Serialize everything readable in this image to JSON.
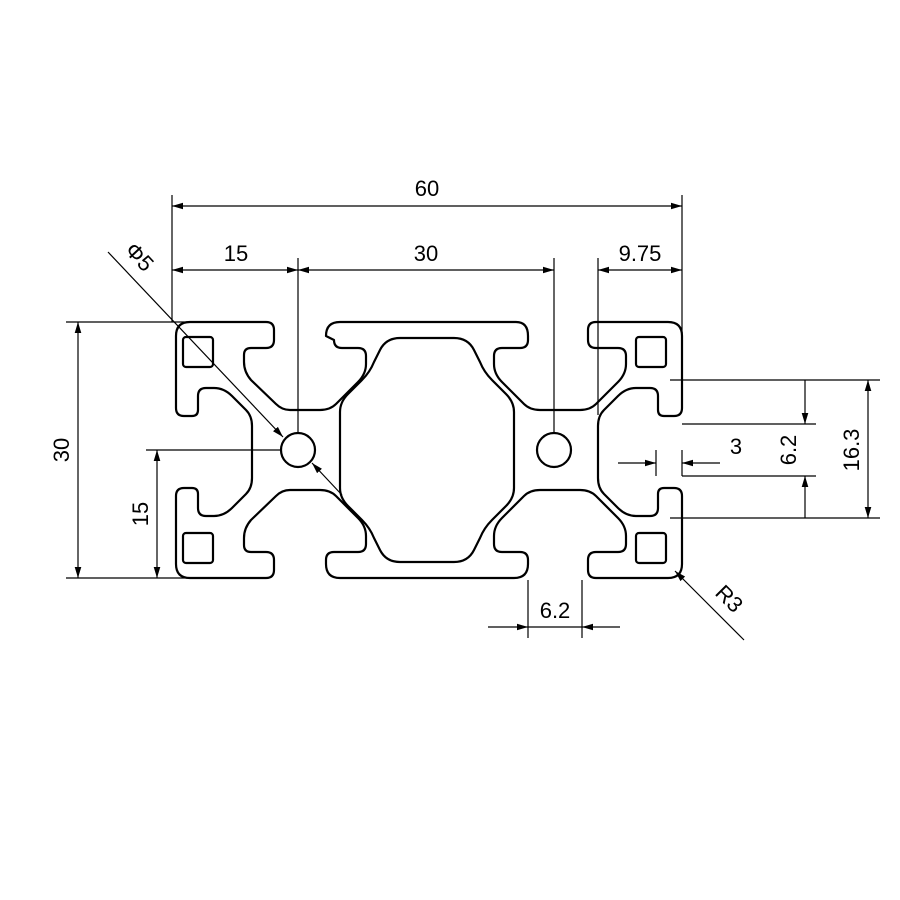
{
  "drawing": {
    "colors": {
      "line": "#000000",
      "background": "#ffffff"
    },
    "dimensions": {
      "overall_width": "60",
      "half_pitch": "15",
      "hole_pitch": "30",
      "edge_offset": "9.75",
      "hole_diameter": "Φ5",
      "overall_height": "30",
      "half_height": "15",
      "groove_depth": "3",
      "slot_width_side": "6.2",
      "slot_span": "16.3",
      "slot_width_bottom": "6.2",
      "corner_radius": "R3"
    }
  }
}
